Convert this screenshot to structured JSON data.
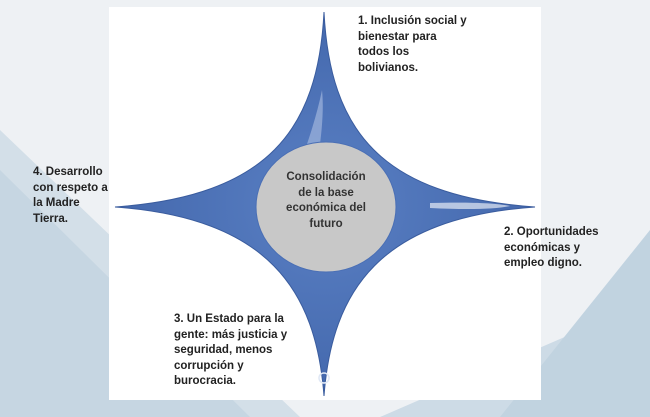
{
  "colors": {
    "star": "#4a6fb5",
    "circle": "#c8c8c8",
    "background": "#dce6ee"
  },
  "center_label": "Consolidación\nde la base\neconómica del\nfuturo",
  "points": [
    {
      "label": "1. Inclusión social y\nbienestar para\ntodos los\nbolivianos."
    },
    {
      "label": "2. Oportunidades\neconómicas y\nempleo digno."
    },
    {
      "label": "3. Un Estado para la\ngente: más justicia y\nseguridad, menos\ncorrupción y\nburocracia."
    },
    {
      "label": "4. Desarrollo\ncon respeto a\nla Madre\nTierra."
    }
  ]
}
